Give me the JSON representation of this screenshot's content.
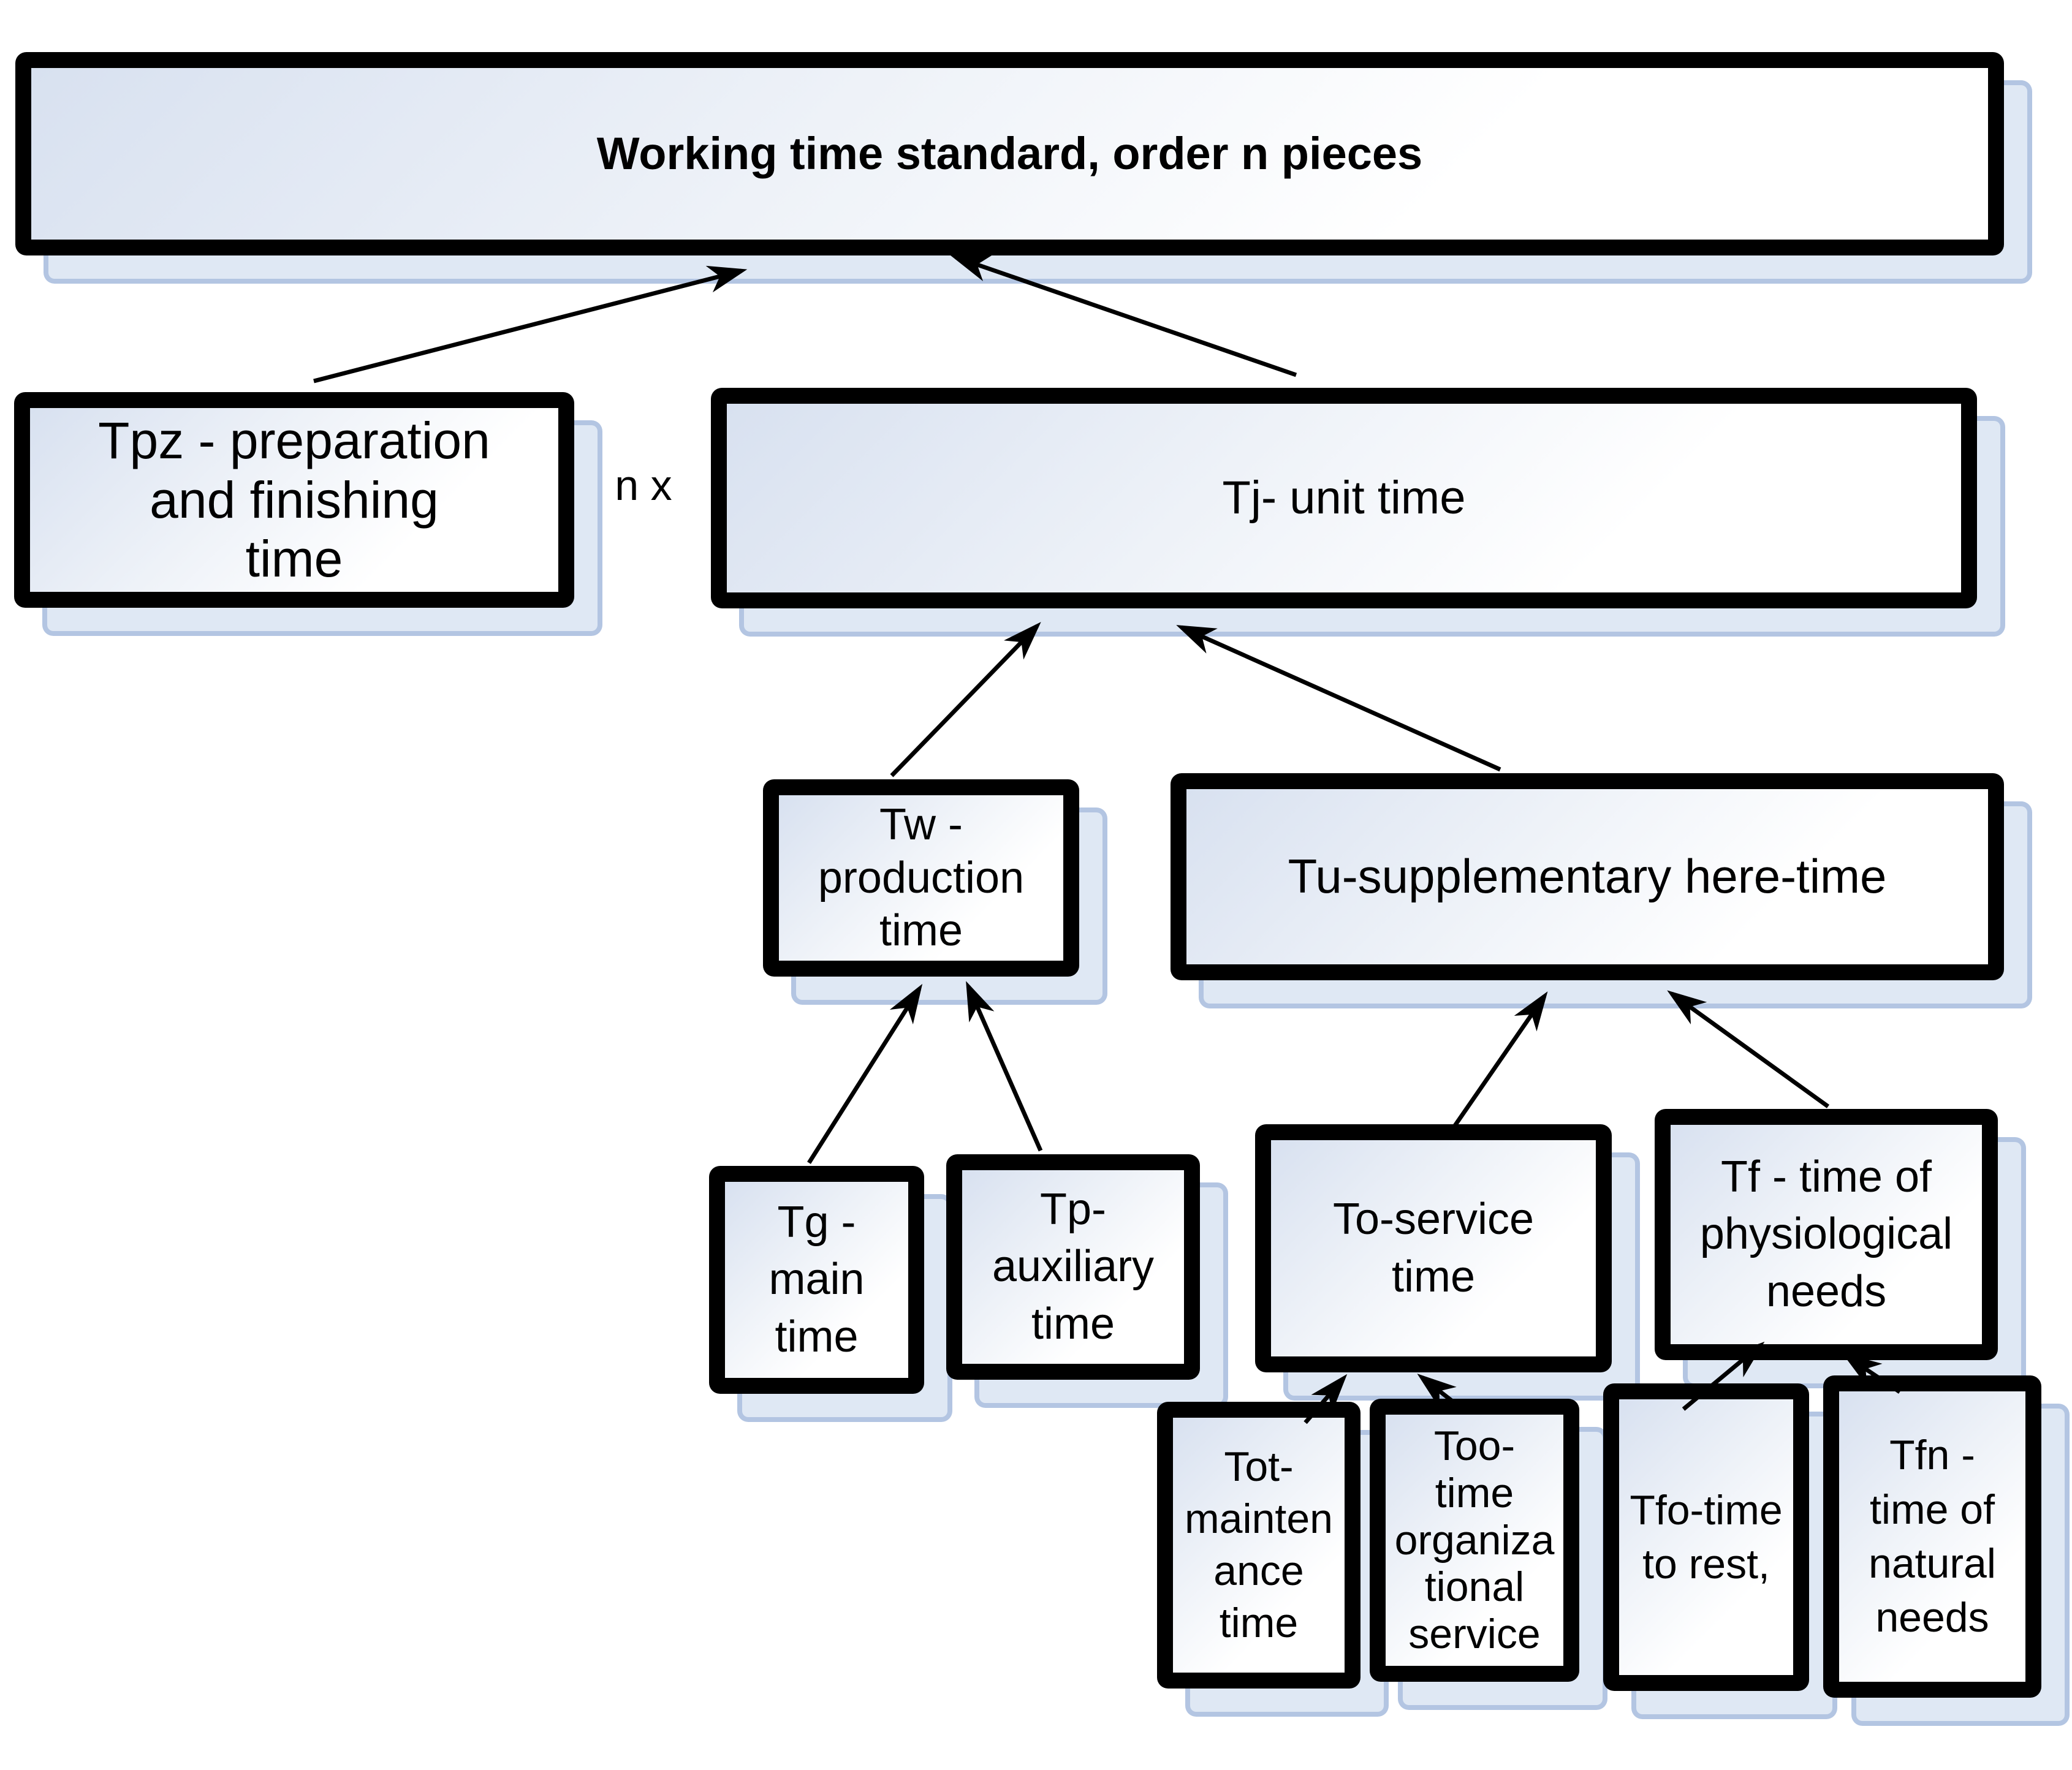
{
  "diagram": {
    "colors": {
      "background": "#ffffff",
      "box_border": "#000000",
      "box_fill_light": "#d8e1f0",
      "box_fill_white": "#ffffff",
      "shadow_fill": "#dfe8f4",
      "shadow_edge": "#b3c5e2",
      "arrow": "#000000",
      "text": "#000000"
    },
    "multiplier_label": "n x",
    "nodes": {
      "root": {
        "label": "Working time standard, order n pieces",
        "lines": [
          "Working time standard, order n pieces"
        ]
      },
      "tpz": {
        "label": "Tpz - preparation and finishing time",
        "lines": [
          "Tpz - preparation",
          "and finishing",
          "time"
        ]
      },
      "tj": {
        "label": "Tj- unit time",
        "lines": [
          "Tj- unit time"
        ]
      },
      "tw": {
        "label": "Tw - production time",
        "lines": [
          "Tw -",
          "production",
          "time"
        ]
      },
      "tu": {
        "label": "Tu-supplementary here-time",
        "lines": [
          "Tu-supplementary here-time"
        ]
      },
      "tg": {
        "label": "Tg - main time",
        "lines": [
          "Tg -",
          "main",
          "time"
        ]
      },
      "tp": {
        "label": "Tp- auxiliary time",
        "lines": [
          "Tp-",
          "auxiliary",
          "time"
        ]
      },
      "to": {
        "label": "To-service time",
        "lines": [
          "To-service",
          "time"
        ]
      },
      "tf": {
        "label": "Tf - time of physiological needs",
        "lines": [
          "Tf - time of",
          "physiological",
          "needs"
        ]
      },
      "tot": {
        "label": "Tot-maintenance time",
        "lines": [
          "Tot-",
          "mainten",
          "ance",
          "time"
        ]
      },
      "too": {
        "label": "Too- time organizational service",
        "lines": [
          "Too-",
          "time",
          "organiza",
          "tional",
          "service"
        ]
      },
      "tfo": {
        "label": "Tfo-time to rest,",
        "lines": [
          "Tfo-time",
          "to rest,"
        ]
      },
      "tfn": {
        "label": "Tfn - time of natural needs",
        "lines": [
          "Tfn -",
          "time of",
          "natural",
          "needs"
        ]
      }
    },
    "edges": [
      {
        "from": "tpz",
        "to": "root"
      },
      {
        "from": "tj",
        "to": "root"
      },
      {
        "from": "tw",
        "to": "tj"
      },
      {
        "from": "tu",
        "to": "tj"
      },
      {
        "from": "tg",
        "to": "tw"
      },
      {
        "from": "tp",
        "to": "tw"
      },
      {
        "from": "to",
        "to": "tu"
      },
      {
        "from": "tf",
        "to": "tu"
      },
      {
        "from": "tot",
        "to": "to"
      },
      {
        "from": "too",
        "to": "to"
      },
      {
        "from": "tfo",
        "to": "tf"
      },
      {
        "from": "tfn",
        "to": "tf"
      }
    ]
  }
}
